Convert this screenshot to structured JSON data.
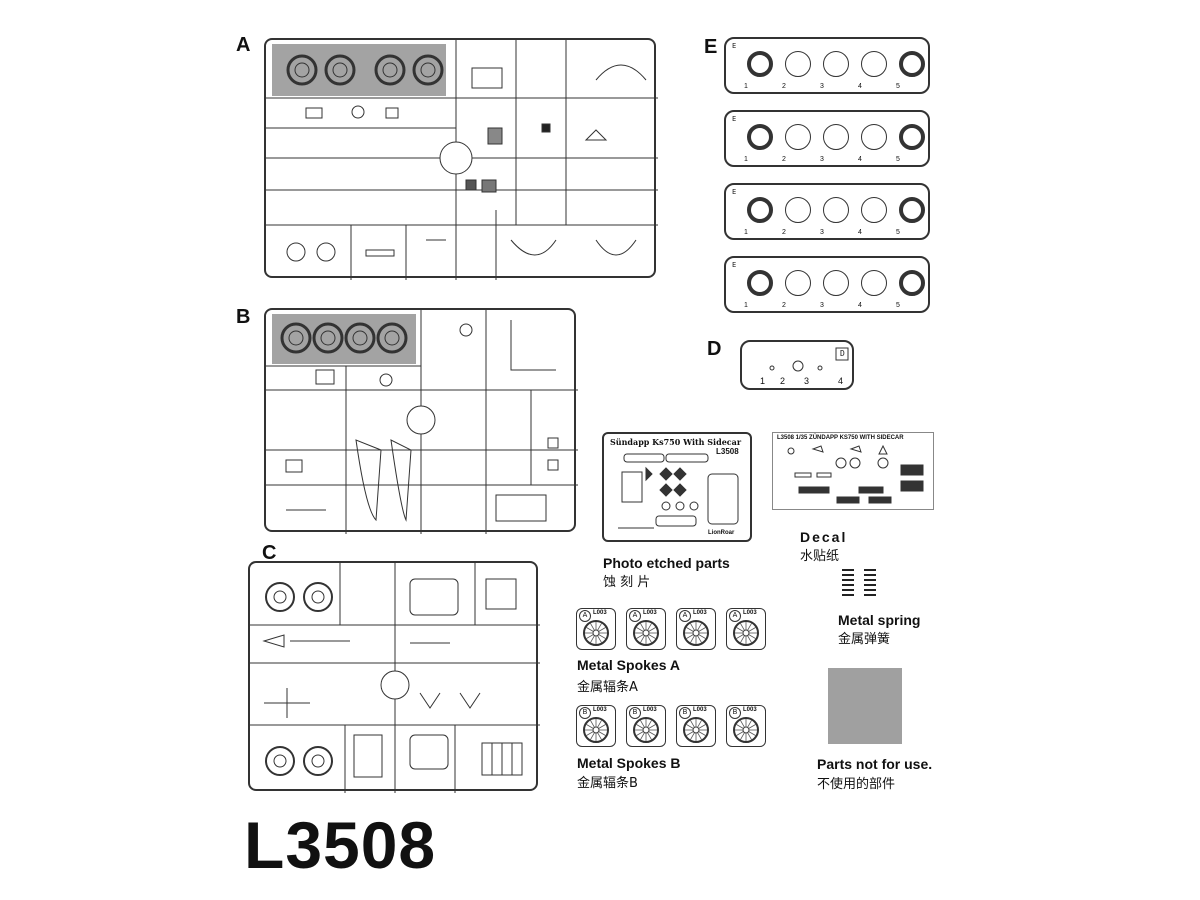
{
  "sprues": {
    "a": {
      "letter": "A"
    },
    "b": {
      "letter": "B"
    },
    "c": {
      "letter": "C"
    },
    "d": {
      "letter": "D",
      "numbers": [
        "1",
        "2",
        "3",
        "4"
      ]
    },
    "e": {
      "letter": "E",
      "numbers": [
        "1",
        "2",
        "3",
        "4",
        "5"
      ],
      "count": 4
    }
  },
  "etch": {
    "header": "Sündapp Ks750 With Sidecar",
    "code": "L3508",
    "caption": "Photo etched parts",
    "caption_cn": "蚀 刻 片"
  },
  "decal": {
    "header": "L3508  1/35 ZÜNDAPP KS750 WITH SIDECAR",
    "caption": "Decal",
    "caption_cn": "水贴纸"
  },
  "spring": {
    "caption": "Metal spring",
    "caption_cn": "金属弹簧"
  },
  "spokes_a": {
    "badge": "A",
    "code": "L003",
    "caption": "Metal Spokes A",
    "caption_cn": "金属辐条A"
  },
  "spokes_b": {
    "badge": "B",
    "code": "L003",
    "caption": "Metal Spokes B",
    "caption_cn": "金属辐条B"
  },
  "not_used": {
    "caption": "Parts not for use.",
    "caption_cn": "不使用的部件",
    "color": "#a0a0a0"
  },
  "product_code": "L3508"
}
